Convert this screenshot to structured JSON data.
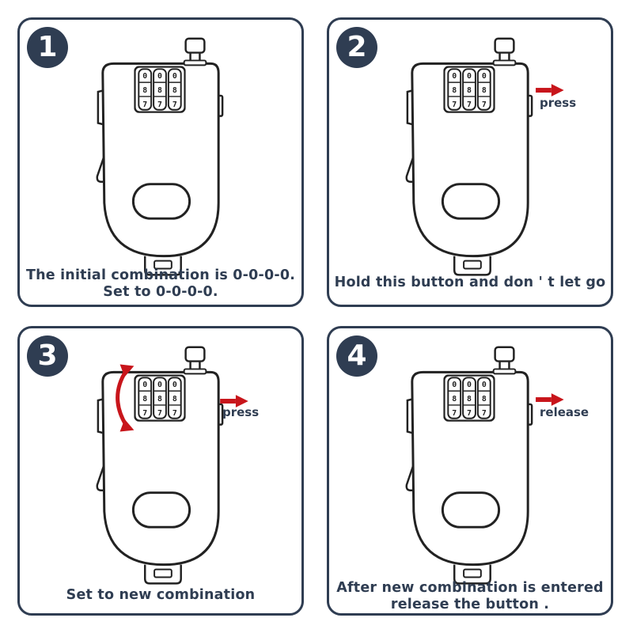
{
  "panels": [
    {
      "number": "1",
      "caption": [
        "The initial combination is 0-0-0-0.",
        "Set to 0-0-0-0."
      ],
      "arrow_label": ""
    },
    {
      "number": "2",
      "caption": [
        "Hold this button and don ' t let go"
      ],
      "arrow_label": "press"
    },
    {
      "number": "3",
      "caption": [
        "Set to new combination"
      ],
      "arrow_label": "press"
    },
    {
      "number": "4",
      "caption": [
        "After new combination is entered",
        "release the button ."
      ],
      "arrow_label": "release"
    }
  ],
  "dial_digits": {
    "top": "0",
    "middle": "8",
    "bottom": "7"
  },
  "colors": {
    "navy": "#2f3d52",
    "arrow_red": "#c8151b",
    "outline": "#222222"
  },
  "icons": {
    "press_arrow": "right-arrow-icon",
    "rotate_arrow": "rotate-arrow-icon"
  }
}
